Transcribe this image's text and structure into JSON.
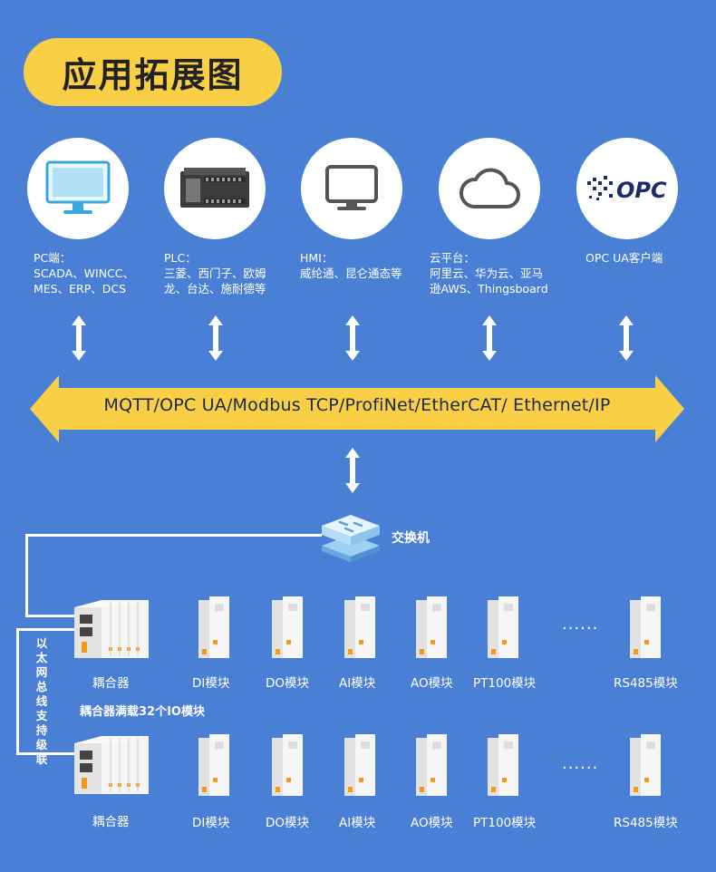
{
  "title": "应用拓展图",
  "nodes": [
    {
      "id": "pc",
      "icon": "monitor-icon",
      "label_lines": [
        "PC端：",
        "SCADA、WINCC、",
        "MES、ERP、DCS"
      ]
    },
    {
      "id": "plc",
      "icon": "plc-icon",
      "label_lines": [
        "PLC：",
        "三菱、西门子、欧姆",
        "龙、台达、施耐德等"
      ]
    },
    {
      "id": "hmi",
      "icon": "hmi-screen-icon",
      "label_lines": [
        "HMI：",
        "威纶通、昆仑通态等"
      ]
    },
    {
      "id": "cloud",
      "icon": "cloud-icon",
      "label_lines": [
        "云平台：",
        "阿里云、华为云、亚马",
        "逊AWS、Thingsboard"
      ]
    },
    {
      "id": "opc",
      "icon": "opc-logo-icon",
      "label_lines": [
        "OPC  UA客户端"
      ],
      "logo_text": "OPC"
    }
  ],
  "bus_label": "MQTT/OPC UA/Modbus TCP/ProfiNet/EtherCAT/ Ethernet/IP",
  "switch_label": "交换机",
  "cascade_label": "以太网总线支持级联",
  "capacity_label": "耦合器满载32个IO模块",
  "rows": [
    {
      "coupler_label": "耦合器",
      "modules": [
        "DI模块",
        "DO模块",
        "AI模块",
        "AO模块",
        "PT100模块"
      ],
      "ellipsis": "......",
      "last_module": "RS485模块"
    },
    {
      "coupler_label": "耦合器",
      "modules": [
        "DI模块",
        "DO模块",
        "AI模块",
        "AO模块",
        "PT100模块"
      ],
      "ellipsis": "......",
      "last_module": "RS485模块"
    }
  ],
  "colors": {
    "background": "#4a7fd6",
    "accent": "#f9cf45",
    "bus": "#f9cf45"
  }
}
